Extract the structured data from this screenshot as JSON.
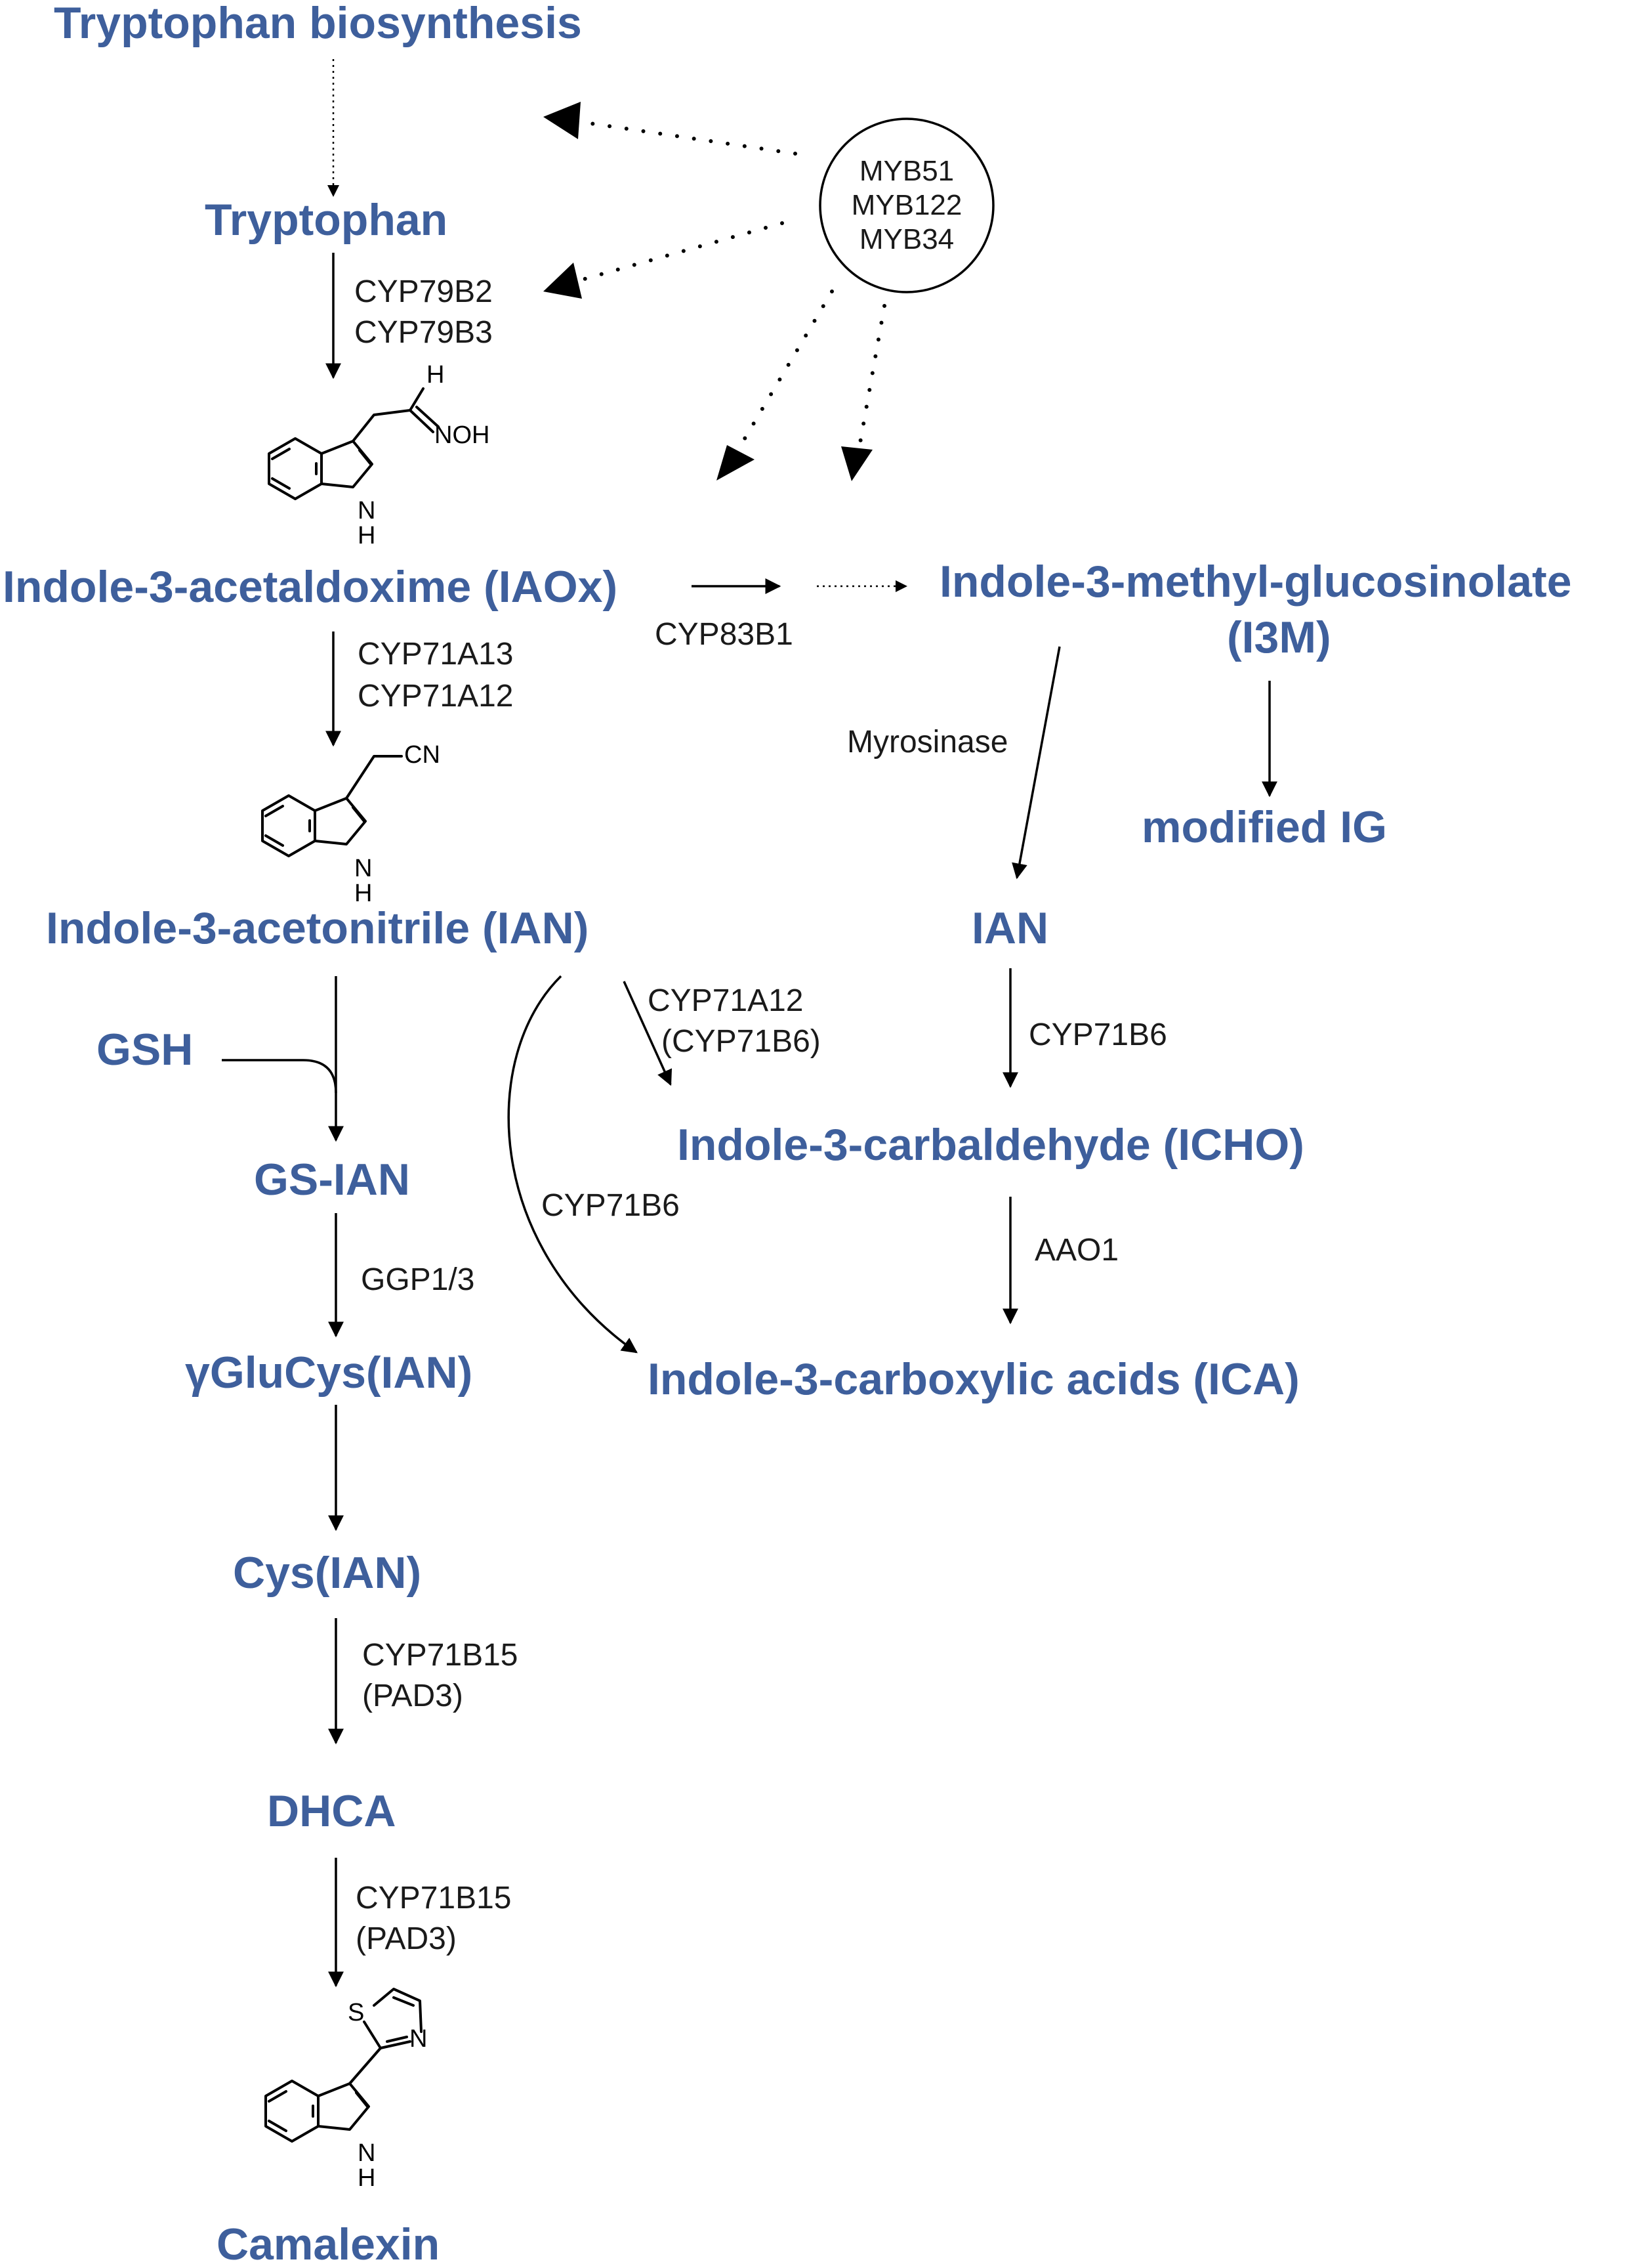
{
  "compounds": {
    "trp_biosynthesis": "Tryptophan biosynthesis",
    "tryptophan": "Tryptophan",
    "iaox": "Indole-3-acetaldoxime (IAOx)",
    "i3m_line1": "Indole-3-methyl-glucosinolate",
    "i3m_line2": "(I3M)",
    "modified_ig": "modified IG",
    "ian_left": "Indole-3-acetonitrile (IAN)",
    "ian_right": "IAN",
    "gsh": "GSH",
    "gs_ian": "GS-IAN",
    "icho": "Indole-3-carbaldehyde (ICHO)",
    "glucys": "γGluCys(IAN)",
    "ica": "Indole-3-carboxylic acids (ICA)",
    "cys_ian": "Cys(IAN)",
    "dhca": "DHCA",
    "camalexin": "Camalexin"
  },
  "enzymes": {
    "cyp79b2": "CYP79B2",
    "cyp79b3": "CYP79B3",
    "cyp71a13": "CYP71A13",
    "cyp71a12": "CYP71A12",
    "cyp83b1": "CYP83B1",
    "myrosinase": "Myrosinase",
    "cyp71a12_b": "CYP71A12",
    "cyp71b6_paren": "(CYP71B6)",
    "cyp71b6_right": "CYP71B6",
    "cyp71b6_curve": "CYP71B6",
    "aao1": "AAO1",
    "ggp": "GGP1/3",
    "cyp71b15_a": "CYP71B15",
    "pad3_a": "(PAD3)",
    "cyp71b15_b": "CYP71B15",
    "pad3_b": "(PAD3)"
  },
  "regulators": [
    "MYB51",
    "MYB122",
    "MYB34"
  ],
  "atoms": {
    "h_ald": "H",
    "noh": "NOH",
    "nh_1": "N",
    "h_1": "H",
    "cn": "CN",
    "nh_2": "N",
    "h_2": "H",
    "s": "S",
    "n_thz": "N",
    "nh_3": "N",
    "h_3": "H"
  }
}
